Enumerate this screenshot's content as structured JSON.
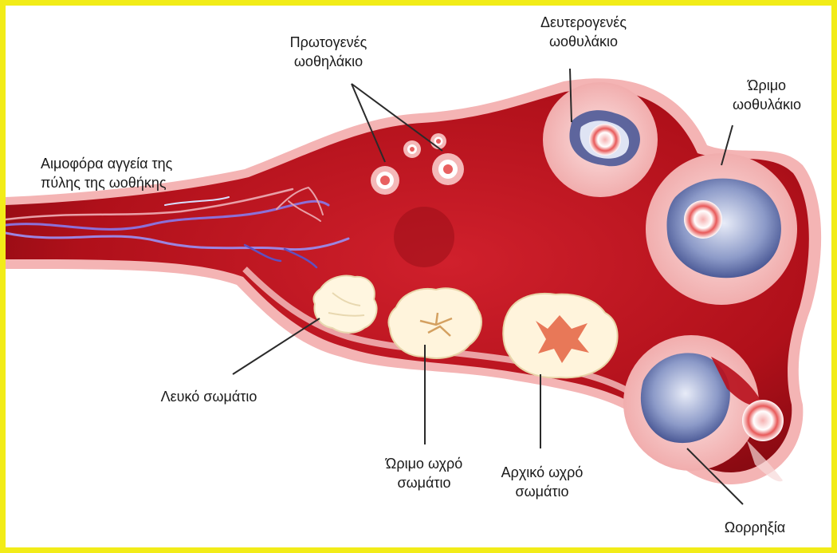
{
  "colors": {
    "frame": "#f2ec18",
    "ovary": "#b8101c",
    "ovary_edge": "#f4b4b4",
    "follicle_fluid": "#f6c8c8",
    "antrum": "#4a5a9a",
    "corpus": "#fff6e0"
  },
  "labels": {
    "primary_follicle": [
      "Πρωτογενές",
      "ωοθηλάκιο"
    ],
    "secondary_follicle": [
      "Δευτερογενές",
      "ωοθυλάκιο"
    ],
    "mature_follicle": [
      "Ώριμο",
      "ωοθυλάκιο"
    ],
    "blood_vessels": [
      "Αιμοφόρα αγγεία της",
      "πύλης της ωοθήκης"
    ],
    "corpus_albicans": "Λευκό σωμάτιο",
    "mature_corpus_luteum": [
      "Ώριμο ωχρό",
      "σωμάτιο"
    ],
    "early_corpus_luteum": [
      "Αρχικό ωχρό",
      "σωμάτιο"
    ],
    "ovulation": "Ωορρηξία"
  }
}
